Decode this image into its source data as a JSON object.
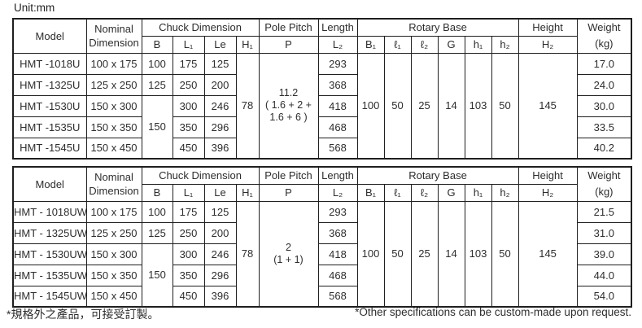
{
  "unit_label": "Unit:mm",
  "colors": {
    "header": "#8CC4E0",
    "blue": "#C8E6F5",
    "pink": "#F8CDDC",
    "border": "#1f1f1f",
    "text": "#2d2d2d"
  },
  "header": {
    "model": "Model",
    "nominal": [
      "Nominal",
      "Dimension"
    ],
    "chuck": "Chuck Dimension",
    "pole_pitch": "Pole Pitch",
    "length": "Length",
    "rotary": "Rotary Base",
    "height": "Height",
    "weight": [
      "Weight",
      "(kg)"
    ],
    "sub": {
      "b": "B",
      "l1": "L₁",
      "le": "Le",
      "h1": "H₁",
      "p": "P",
      "l2": "L₂",
      "b1": "B₁",
      "rl1": "ℓ₁",
      "rl2": "ℓ₂",
      "g": "G",
      "rh1": "h₁",
      "rh2": "h₂",
      "h2": "H₂"
    }
  },
  "tables": [
    {
      "rows": [
        {
          "model": "HMT -1018U",
          "nominal": "100 x 175",
          "b": "100",
          "l1": "175",
          "le": "125",
          "length": "293",
          "weight": "17.0"
        },
        {
          "model": "HMT -1325U",
          "nominal": "125 x 250",
          "b": "125",
          "l1": "250",
          "le": "200",
          "length": "368",
          "weight": "24.0"
        },
        {
          "model": "HMT -1530U",
          "nominal": "150 x 300",
          "l1": "300",
          "le": "246",
          "length": "418",
          "weight": "30.0"
        },
        {
          "model": "HMT -1535U",
          "nominal": "150 x 350",
          "l1": "350",
          "le": "296",
          "length": "468",
          "weight": "33.5"
        },
        {
          "model": "HMT -1545U",
          "nominal": "150 x 450",
          "l1": "450",
          "le": "396",
          "length": "568",
          "weight": "40.2"
        }
      ],
      "merged": {
        "b": "150",
        "h1": "78",
        "pole": [
          "11.2",
          "( 1.6 + 2 +",
          "1.6 + 6 )"
        ],
        "rotary": {
          "b1": "100",
          "l1": "50",
          "l2": "25",
          "g": "14",
          "h1": "103",
          "h2": "50"
        },
        "h2": "145"
      }
    },
    {
      "rows": [
        {
          "model": "HMT - 1018UW",
          "nominal": "100 x 175",
          "b": "100",
          "l1": "175",
          "le": "125",
          "length": "293",
          "weight": "21.5"
        },
        {
          "model": "HMT - 1325UW",
          "nominal": "125 x 250",
          "b": "125",
          "l1": "250",
          "le": "200",
          "length": "368",
          "weight": "31.0"
        },
        {
          "model": "HMT - 1530UW",
          "nominal": "150 x 300",
          "l1": "300",
          "le": "246",
          "length": "418",
          "weight": "39.0"
        },
        {
          "model": "HMT - 1535UW",
          "nominal": "150 x 350",
          "l1": "350",
          "le": "296",
          "length": "468",
          "weight": "44.0"
        },
        {
          "model": "HMT - 1545UW",
          "nominal": "150 x 450",
          "l1": "450",
          "le": "396",
          "length": "568",
          "weight": "54.0"
        }
      ],
      "merged": {
        "b": "150",
        "h1": "78",
        "pole": [
          "2",
          "(1 + 1)"
        ],
        "rotary": {
          "b1": "100",
          "l1": "50",
          "l2": "25",
          "g": "14",
          "h1": "103",
          "h2": "50"
        },
        "h2": "145"
      }
    }
  ],
  "footnotes": {
    "zh": "*規格外之產品，可接受訂製。",
    "en": "*Other specifications can be custom-made upon request."
  }
}
